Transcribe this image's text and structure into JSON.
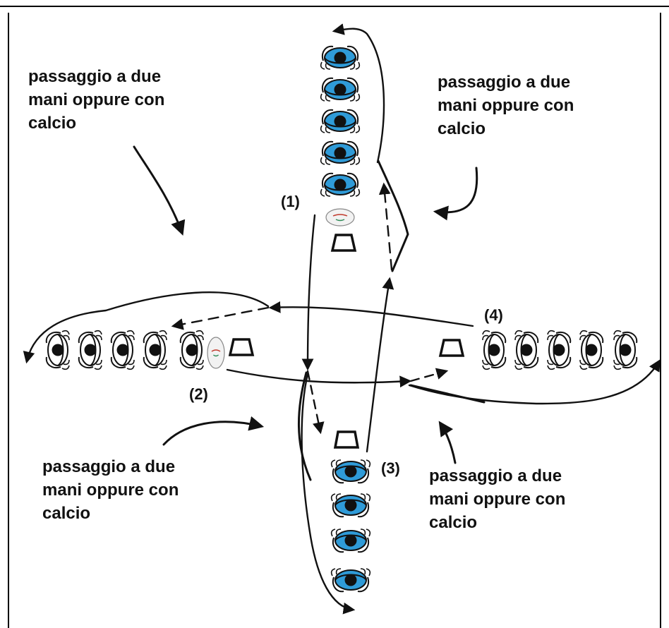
{
  "notes": {
    "top_left": "passaggio a due\nmani oppure con\ncalcio",
    "top_right": "passaggio a due\nmani oppure con\ncalcio",
    "bottom_left": "passaggio a due\nmani oppure con\ncalcio",
    "bottom_right": "passaggio a due\nmani oppure con\ncalcio"
  },
  "labels": {
    "group_1": "(1)",
    "group_2": "(2)",
    "group_3": "(3)",
    "group_4": "(4)"
  },
  "colors": {
    "line": "#111111",
    "player_blue": "#2f9bd8",
    "player_body": "#111111",
    "cone": "#111111"
  },
  "icons": {
    "player": "player-topdown-icon",
    "cone": "cone-icon",
    "ball": "rugby-ball-icon"
  }
}
